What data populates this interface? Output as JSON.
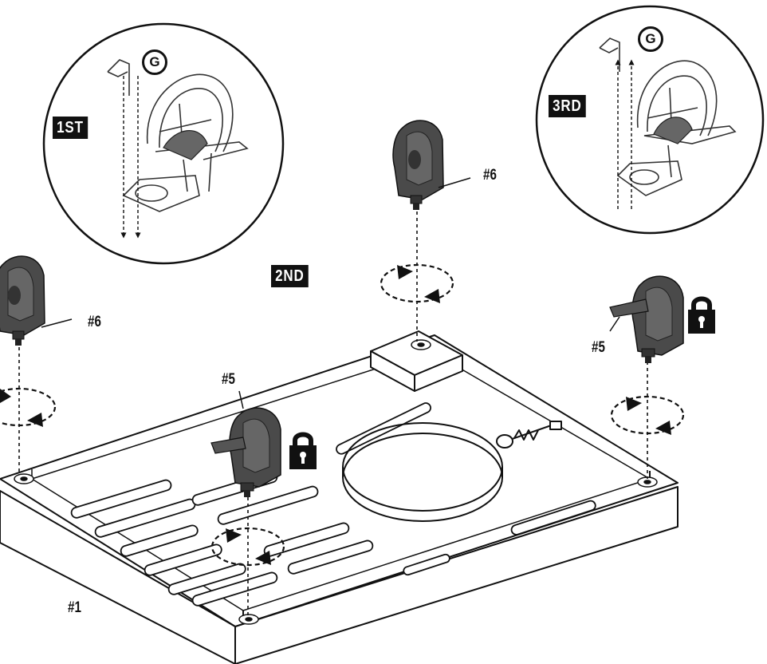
{
  "steps": {
    "first": "1ST",
    "second": "2ND",
    "third": "3RD"
  },
  "parts": {
    "caster_locking": "#5",
    "caster_swivel": "#6",
    "base_tray": "#1"
  },
  "callouts": {
    "hardware_letter": "G"
  },
  "icons": {
    "lock": "lock-icon",
    "rotate": "rotate-arrows-icon"
  },
  "colors": {
    "ink": "#111111",
    "caster_fill": "#4a4a4a",
    "paper": "#ffffff"
  }
}
